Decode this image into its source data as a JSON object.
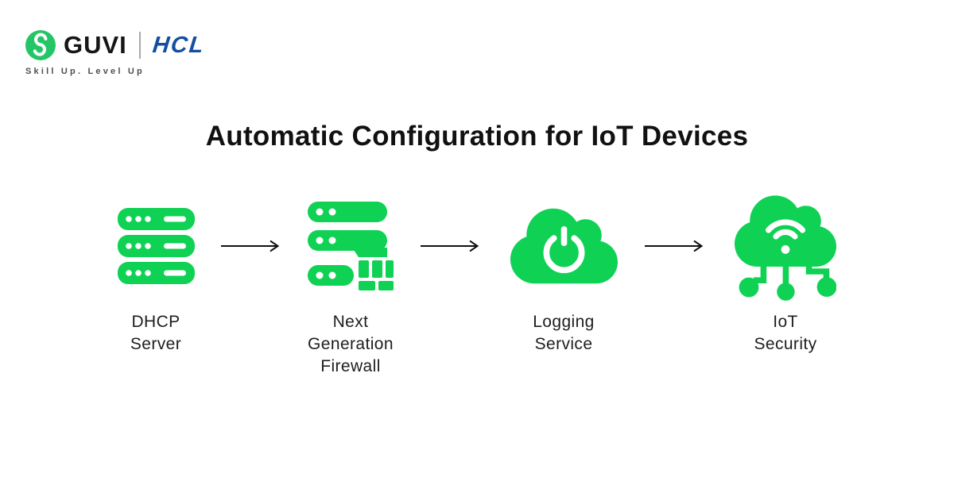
{
  "header": {
    "guvi_label": "GUVI",
    "hcl_label": "HCL",
    "tagline": "Skill Up. Level Up"
  },
  "title": "Automatic Configuration for IoT Devices",
  "colors": {
    "icon_green": "#0fd154",
    "guvi_circle_green": "#24c566",
    "hcl_blue": "#134fa0",
    "text_dark": "#111111",
    "label_dark": "#1e1e1e",
    "tagline_gray": "#4f4f4f",
    "arrow_black": "#111111",
    "background": "#ffffff"
  },
  "diagram": {
    "steps": [
      {
        "id": "dhcp-server",
        "label": "DHCP\nServer",
        "icon": "server-rack-icon"
      },
      {
        "id": "next-generation-firewall",
        "label": "Next\nGeneration\nFirewall",
        "icon": "server-firewall-icon"
      },
      {
        "id": "logging-service",
        "label": "Logging\nService",
        "icon": "cloud-power-icon"
      },
      {
        "id": "iot-security",
        "label": "IoT\nSecurity",
        "icon": "cloud-wifi-network-icon"
      }
    ],
    "connector": "arrow-right"
  }
}
